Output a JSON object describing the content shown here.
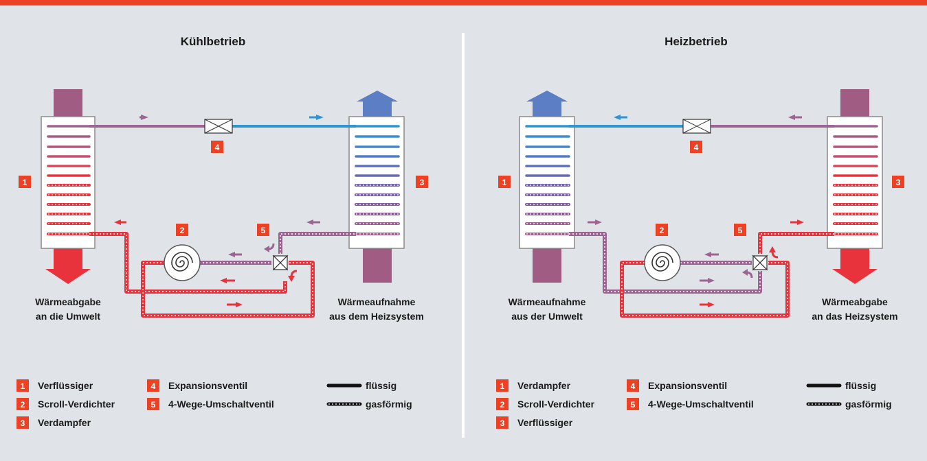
{
  "left": {
    "title": "Kühlbetrieb",
    "caption_left": [
      "Wärmeabgabe",
      "an die Umwelt"
    ],
    "caption_right": [
      "Wärmeaufnahme",
      "aus dem Heizsystem"
    ],
    "legend": [
      {
        "num": "1",
        "label": "Verflüssiger"
      },
      {
        "num": "2",
        "label": "Scroll-Verdichter"
      },
      {
        "num": "3",
        "label": "Verdampfer"
      },
      {
        "num": "4",
        "label": "Expansionsventil"
      },
      {
        "num": "5",
        "label": "4-Wege-Umschaltventil"
      }
    ],
    "key": {
      "liquid": "flüssig",
      "gas": "gasförmig"
    }
  },
  "right": {
    "title": "Heizbetrieb",
    "caption_left": [
      "Wärmeaufnahme",
      "aus der Umwelt"
    ],
    "caption_right": [
      "Wärmeabgabe",
      "an das Heizsystem"
    ],
    "legend": [
      {
        "num": "1",
        "label": "Verdampfer"
      },
      {
        "num": "2",
        "label": "Scroll-Verdichter"
      },
      {
        "num": "3",
        "label": "Verflüssiger"
      },
      {
        "num": "4",
        "label": "Expansionsventil"
      },
      {
        "num": "5",
        "label": "4-Wege-Umschaltventil"
      }
    ],
    "key": {
      "liquid": "flüssig",
      "gas": "gasförmig"
    }
  },
  "badge_numbers": {
    "b1": "1",
    "b2": "2",
    "b3": "3",
    "b4": "4",
    "b5": "5"
  },
  "colors": {
    "accent": "#ee4023",
    "hot_red": "#e8333c",
    "purple": "#9c6491",
    "cold_blue": "#2f95d1",
    "column_purple": "#a05c82",
    "column_blue": "#5b7ec4",
    "background": "#e0e4e8"
  }
}
